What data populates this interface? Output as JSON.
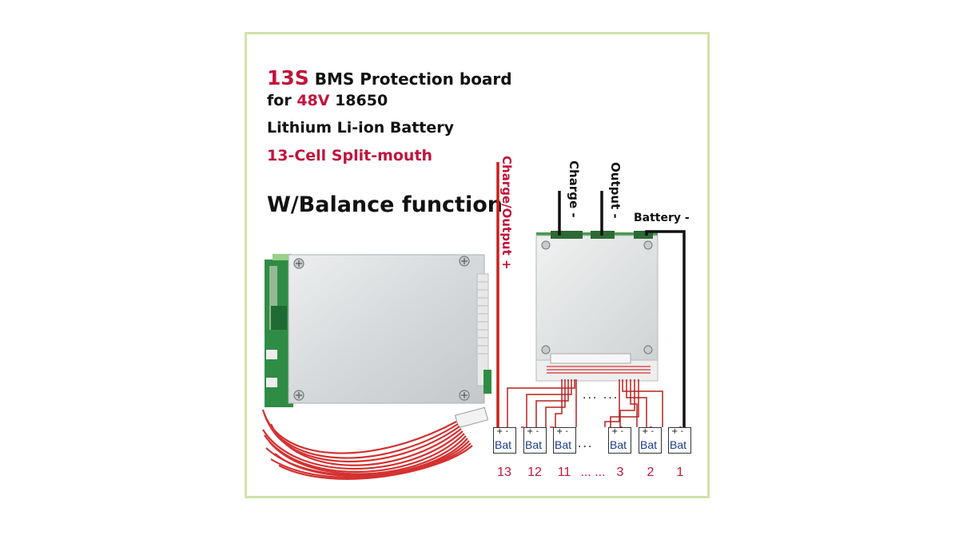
{
  "title": {
    "line1_highlight": "13S",
    "line1_rest": " BMS Protection board",
    "line2_prefix": "for ",
    "line2_highlight": "48V",
    "line2_rest": " 18650",
    "line3": "Lithium Li-ion Battery",
    "line4": "13-Cell Split-mouth",
    "line5": "W/Balance function"
  },
  "wiring": {
    "charge_output_plus": "Charge/Output +",
    "charge_minus": "Charge -",
    "output_minus": "Output -",
    "battery_minus": "Battery -"
  },
  "cells": {
    "label": "Bat",
    "polarity": "+ -",
    "numbers": [
      "13",
      "12",
      "11",
      "3",
      "2",
      "1"
    ],
    "ellipsis_mid": "...",
    "ellipsis_numbers": "... ...",
    "ellipsis_wires": "... ..."
  },
  "colors": {
    "accent_red": "#c0143c",
    "frame_green": "#cfe3a8",
    "wire_red": "#b8201e",
    "wire_black": "#111111"
  }
}
